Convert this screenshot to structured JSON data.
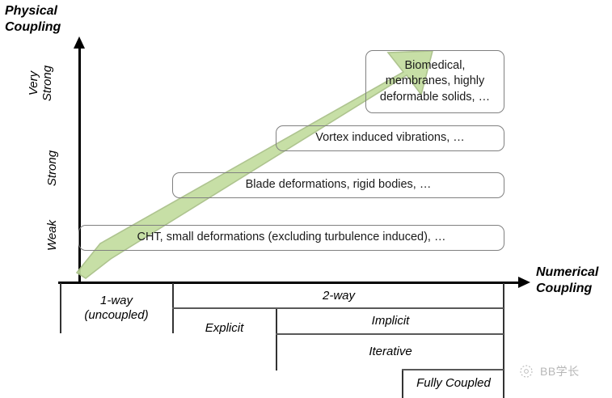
{
  "diagram": {
    "y_axis": {
      "title": "Physical\nCoupling",
      "title_line1": "Physical",
      "title_line2": "Coupling",
      "categories": [
        {
          "id": "very-strong",
          "label_line1": "Very",
          "label_line2": "Strong",
          "label": "Very Strong"
        },
        {
          "id": "strong",
          "label": "Strong"
        },
        {
          "id": "weak",
          "label": "Weak"
        }
      ]
    },
    "x_axis": {
      "title_line1": "Numerical",
      "title_line2": "Coupling",
      "title": "Numerical Coupling"
    },
    "application_boxes": [
      {
        "id": "biomedical",
        "text": "Biomedical, membranes, highly deformable solids, …"
      },
      {
        "id": "vortex",
        "text": "Vortex induced vibrations, …"
      },
      {
        "id": "blade",
        "text": "Blade deformations, rigid bodies, …"
      },
      {
        "id": "cht",
        "text": "CHT, small deformations (excluding turbulence induced), …"
      }
    ],
    "coupling_table": [
      {
        "id": "1way",
        "label_line1": "1-way",
        "label_line2": "(uncoupled)",
        "label": "1-way (uncoupled)"
      },
      {
        "id": "2way",
        "label": "2-way"
      },
      {
        "id": "explicit",
        "label": "Explicit"
      },
      {
        "id": "implicit",
        "label": "Implicit"
      },
      {
        "id": "iterative",
        "label": "Iterative"
      },
      {
        "id": "fully-coupled",
        "label": "Fully Coupled"
      }
    ],
    "arrow": {
      "name": "coupling-strength-arrow",
      "color": "#c3dd9f",
      "border_color": "#a8bf86"
    }
  },
  "watermark": {
    "text": "BB学长"
  }
}
